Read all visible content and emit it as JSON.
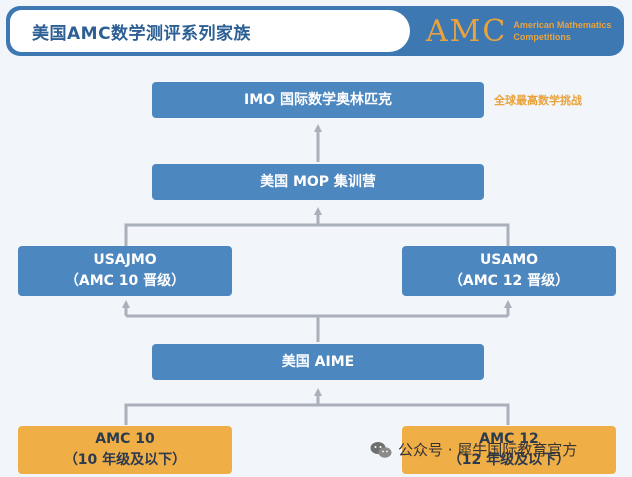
{
  "header": {
    "title": "美国AMC数学测评系列家族",
    "logo_mark": "AMC",
    "logo_line1": "American Mathematics",
    "logo_line2": "Competitions"
  },
  "nodes": {
    "imo": {
      "line1": "IMO 国际数学奥林匹克"
    },
    "imo_note": "全球最高数学挑战",
    "mop": {
      "line1": "美国 MOP 集训营"
    },
    "usajmo": {
      "line1": "USAJMO",
      "line2": "（AMC 10 晋级）"
    },
    "usamo": {
      "line1": "USAMO",
      "line2": "（AMC 12 晋级）"
    },
    "aime": {
      "line1": "美国 AIME"
    },
    "amc10": {
      "line1": "AMC 10",
      "line2": "（10 年级及以下）"
    },
    "amc12": {
      "line1": "AMC 12",
      "line2": "（12 年级及以下）"
    }
  },
  "watermark": {
    "text": "公众号 · 犀牛国际教育官方"
  },
  "colors": {
    "blue": "#4d87bf",
    "orange": "#f0ae46",
    "accent": "#e9a33d",
    "arrow": "#a9b0b9"
  }
}
